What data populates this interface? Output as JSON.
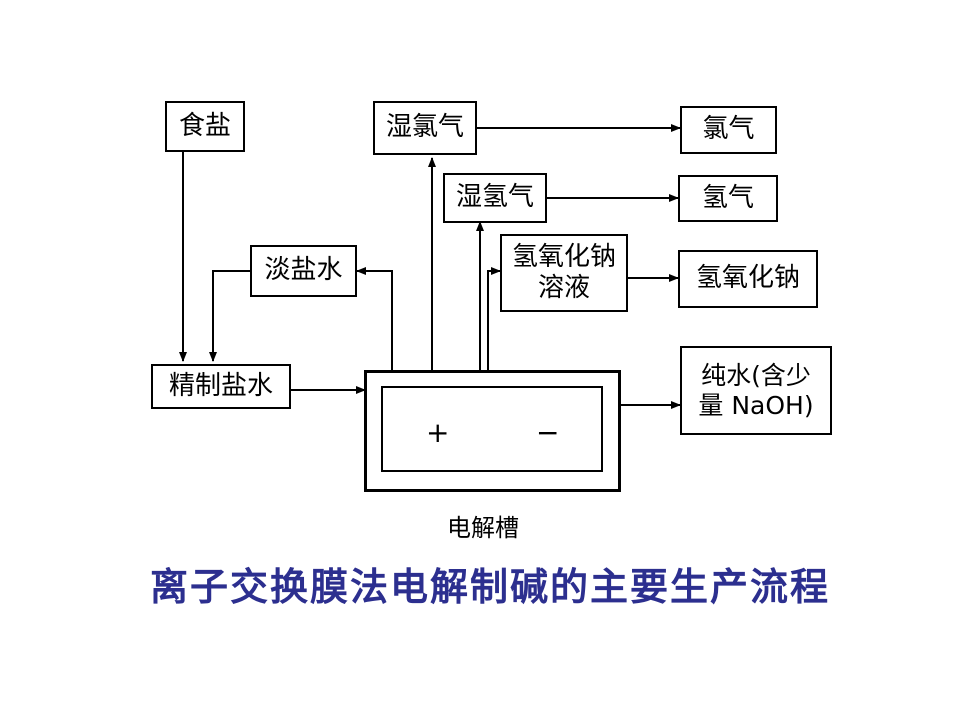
{
  "nodes": {
    "salt": "食盐",
    "wet_chlorine": "湿氯气",
    "chlorine": "氯气",
    "wet_hydrogen": "湿氢气",
    "hydrogen": "氢气",
    "dilute_brine": "淡盐水",
    "naoh_solution_line1": "氢氧化钠",
    "naoh_solution_line2": "溶液",
    "naoh": "氢氧化钠",
    "refined_brine": "精制盐水",
    "pure_water_line1": "纯水(含少",
    "pure_water_line2": "量 NaOH)"
  },
  "cell": {
    "anode_sign": "+",
    "cathode_sign": "−",
    "label": "电解槽"
  },
  "title": "离子交换膜法电解制碱的主要生产流程",
  "colors": {
    "title": "#2c2f8f",
    "lines": "#000000"
  }
}
